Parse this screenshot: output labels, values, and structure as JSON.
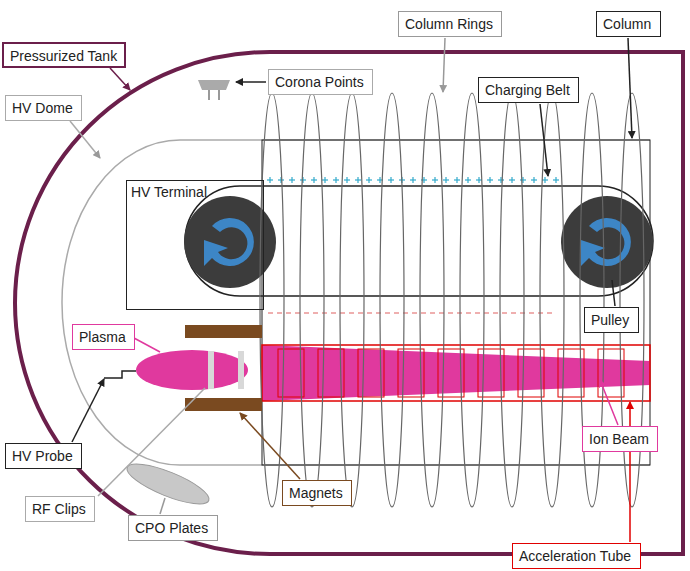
{
  "diagram": {
    "nodes": [
      {
        "text": [
          "Pressurized Tank"
        ]
      },
      {
        "text": [
          "HV Dome"
        ]
      },
      {
        "text": [
          "Corona Points"
        ]
      },
      {
        "text": [
          "Column Rings"
        ]
      },
      {
        "text": [
          "Column"
        ]
      },
      {
        "text": [
          "Charging Belt"
        ]
      },
      {
        "text": [
          "HV Terminal"
        ]
      },
      {
        "text": [
          "Pulley"
        ]
      },
      {
        "text": [
          "Plasma"
        ]
      },
      {
        "text": [
          "HV Probe"
        ]
      },
      {
        "text": [
          "Magnets"
        ]
      },
      {
        "text": [
          "Ion Beam"
        ]
      },
      {
        "text": [
          "RF Clips"
        ]
      },
      {
        "text": [
          "CPO Plates"
        ]
      },
      {
        "text": [
          "Acceleration Tube"
        ]
      }
    ]
  }
}
